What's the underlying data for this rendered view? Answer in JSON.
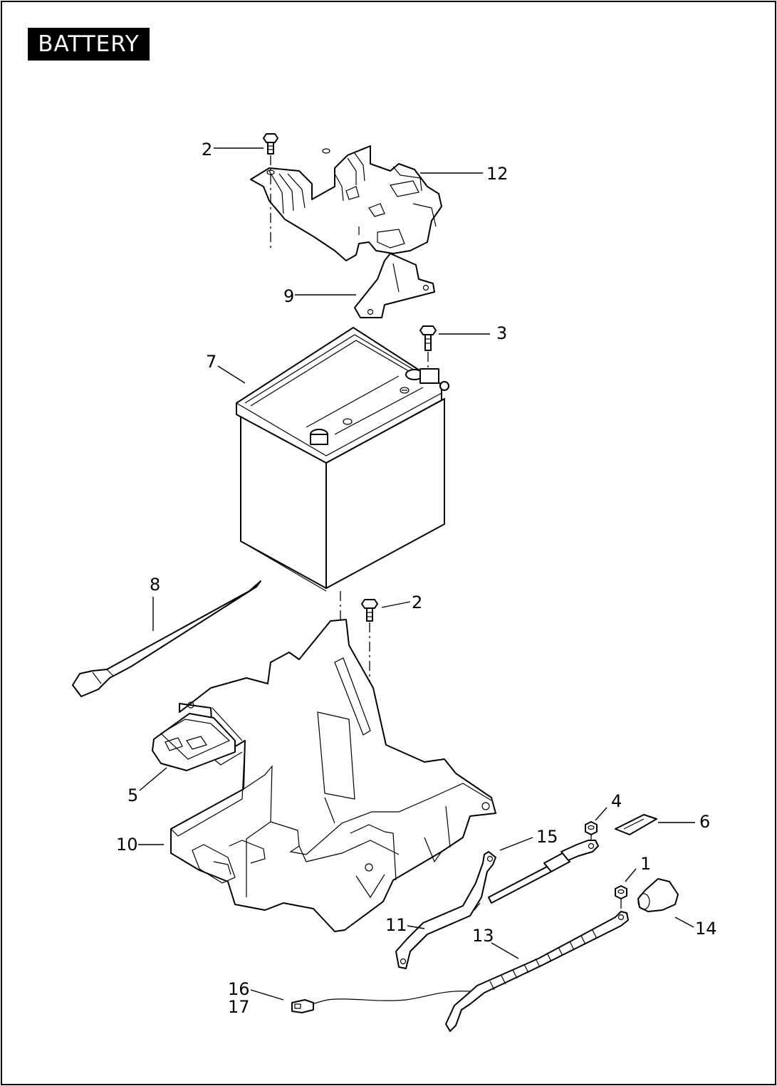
{
  "header": {
    "title": "BATTERY"
  },
  "callouts": {
    "c1": "1",
    "c2_top": "2",
    "c2_mid": "2",
    "c3": "3",
    "c4": "4",
    "c5": "5",
    "c6": "6",
    "c7": "7",
    "c8": "8",
    "c9": "9",
    "c10": "10",
    "c11": "11",
    "c12": "12",
    "c13": "13",
    "c14": "14",
    "c15": "15",
    "c16": "16",
    "c17": "17"
  },
  "parts_icons": [
    "screw-icon",
    "top-bracket-icon",
    "support-bracket-icon",
    "battery-icon",
    "bolt-icon",
    "battery-strap-icon",
    "battery-tray-icon",
    "cable-icon",
    "nut-icon",
    "label-icon",
    "terminal-boot-icon",
    "harness-icon",
    "connector-icon"
  ]
}
